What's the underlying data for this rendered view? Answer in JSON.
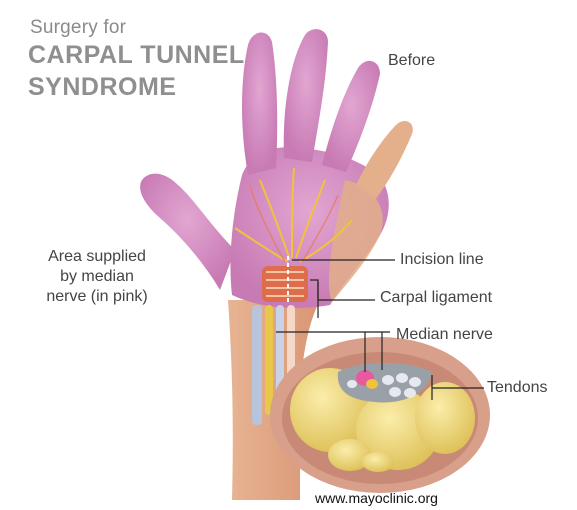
{
  "title": {
    "line1": "Surgery for",
    "line2": "CARPAL TUNNEL",
    "line3": "SYNDROME"
  },
  "labels": {
    "before": "Before",
    "incision_line": "Incision line",
    "carpal_ligament": "Carpal ligament",
    "median_nerve": "Median nerve",
    "tendons": "Tendons",
    "area_supplied": "Area supplied by median nerve (in pink)"
  },
  "credit": "www.mayoclinic.org",
  "colors": {
    "skin_pink": "#d98ec4",
    "skin_tan": "#e8b08e",
    "nerve_yellow": "#f2c23a",
    "bone_yellow": "#f0da7a",
    "ligament_orange": "#e0683a",
    "cross_section_rim": "#d8a08a"
  }
}
